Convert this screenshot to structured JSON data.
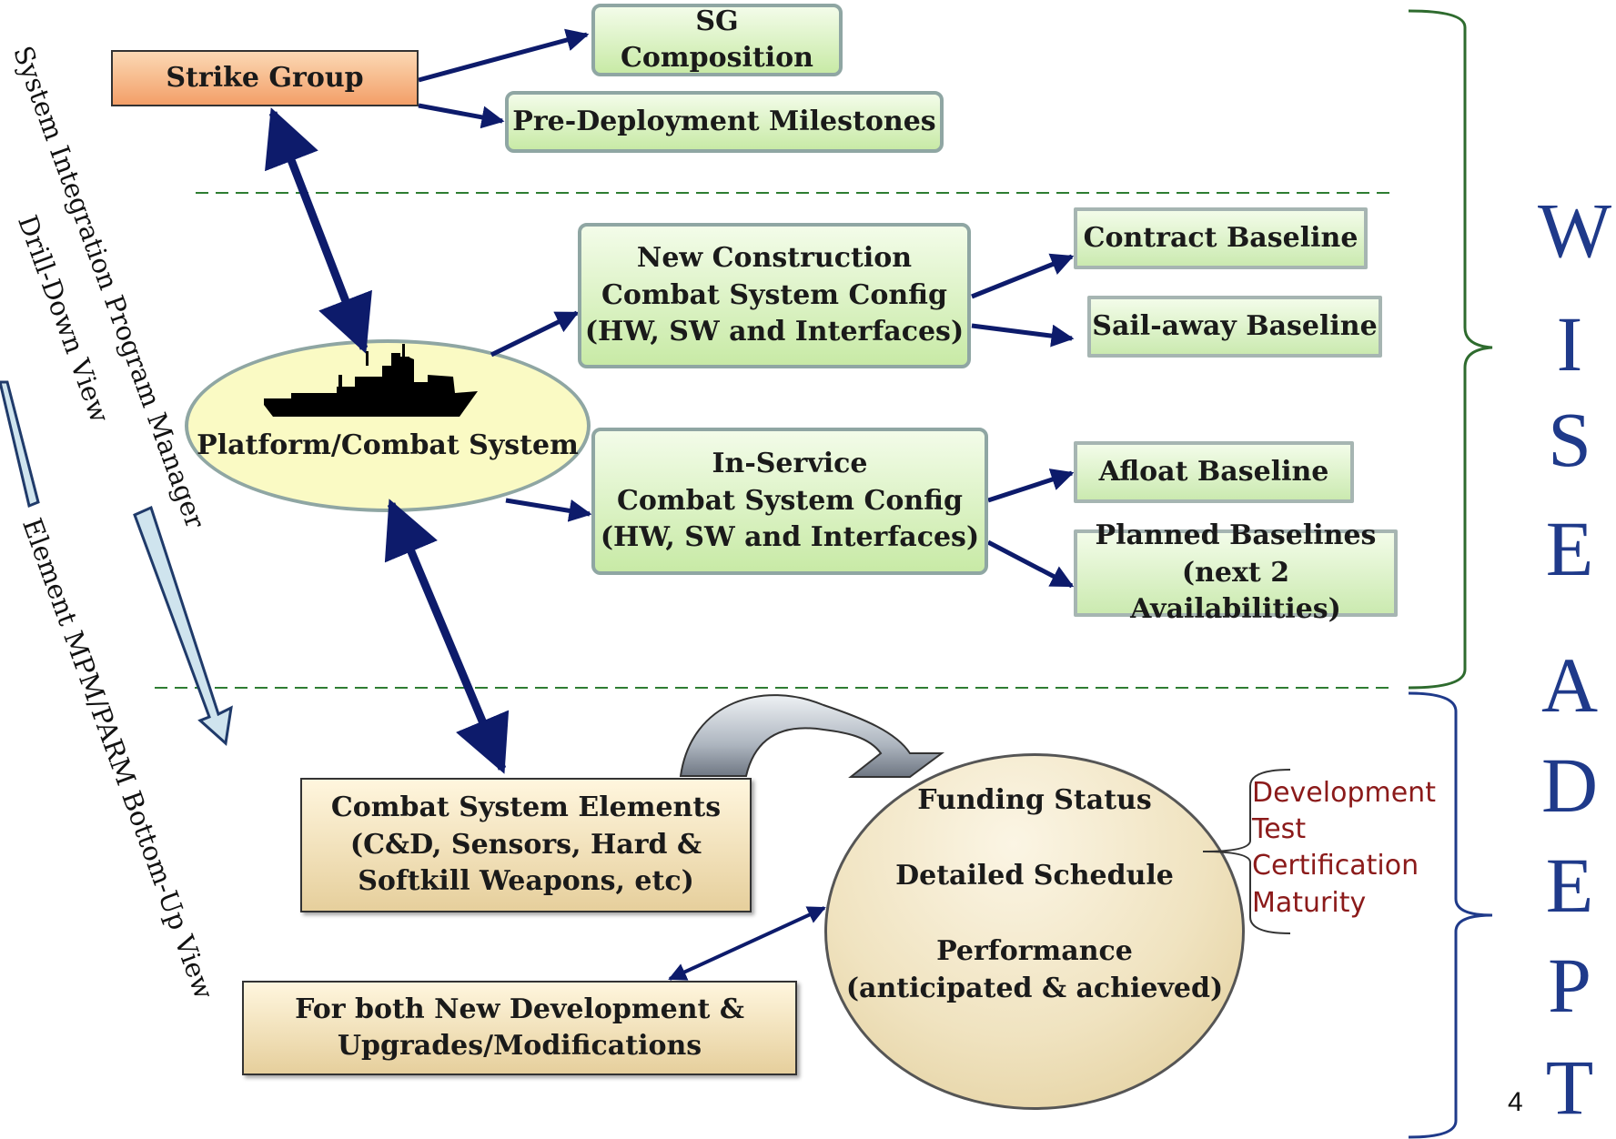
{
  "strike_group": "Strike Group",
  "sg_composition": "SG Composition",
  "pre_deployment": "Pre-Deployment Milestones",
  "new_construction": [
    "New Construction",
    "Combat System Config",
    "(HW, SW and Interfaces)"
  ],
  "in_service": [
    "In-Service",
    "Combat System Config",
    "(HW, SW and Interfaces)"
  ],
  "contract_baseline": "Contract Baseline",
  "sailaway_baseline": "Sail-away Baseline",
  "afloat_baseline": "Afloat Baseline",
  "planned_baselines": [
    "Planned Baselines",
    "(next 2 Availabilities)"
  ],
  "platform": "Platform/Combat System",
  "combat_elements": [
    "Combat System Elements",
    "(C&D, Sensors, Hard &",
    "Softkill Weapons, etc)"
  ],
  "new_dev": [
    "For both New Development &",
    "Upgrades/Modifications"
  ],
  "circle": {
    "funding": "Funding Status",
    "schedule": "Detailed Schedule",
    "performance": [
      "Performance",
      "(anticipated & achieved)"
    ]
  },
  "maturity_items": [
    "Development",
    "Test",
    "Certification",
    "Maturity"
  ],
  "left_labels": {
    "sipm_line1": "System Integration Program Manager",
    "sipm_line2": "Drill-Down View",
    "element": "Element MPM/PARM Bottom-Up View"
  },
  "wise_letters": [
    "W",
    "I",
    "S",
    "E"
  ],
  "adept_letters": [
    "A",
    "D",
    "E",
    "P",
    "T"
  ],
  "page_number": "4",
  "colors": {
    "arrow_navy": "#0d1b6b",
    "dashed_green": "#2e7d32",
    "brace_green": "#2e6b2e",
    "brace_blue": "#1f3a8a",
    "wise_blue": "#1f3a8a",
    "maturity_maroon": "#8b1a1a"
  }
}
